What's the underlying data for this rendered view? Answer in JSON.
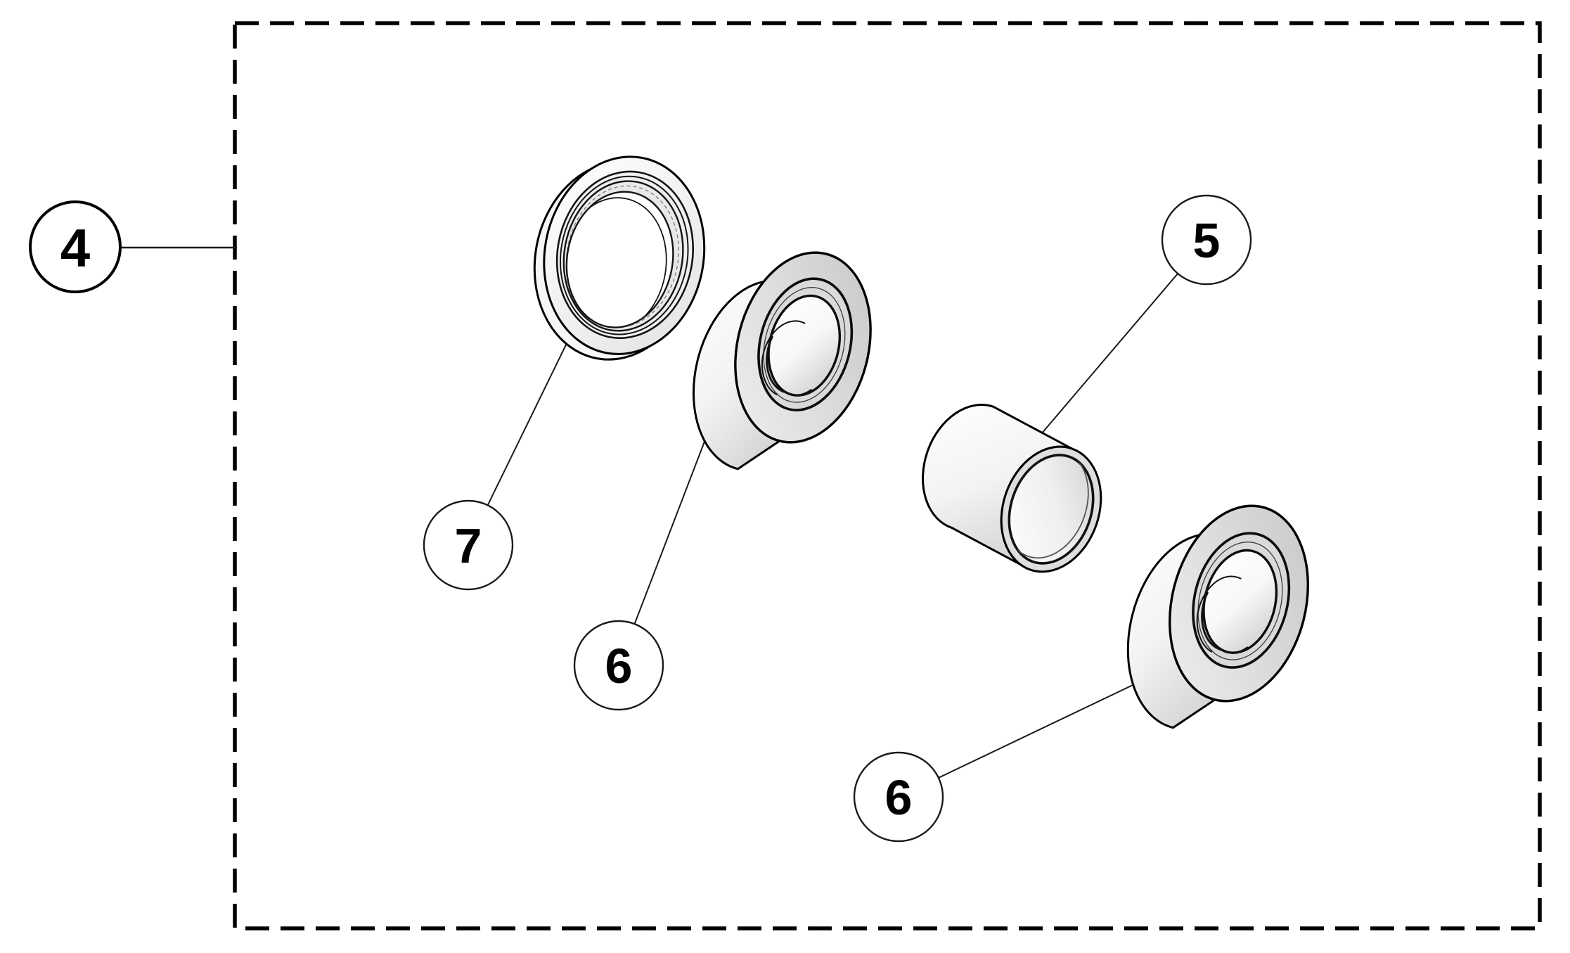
{
  "diagram": {
    "kind": "exploded-parts-diagram",
    "background_color": "#ffffff",
    "line_color": "#000000",
    "boundary_box_style": "dashed",
    "assembly_callout": {
      "label": "4",
      "part": "hub-bearing-kit-assembly"
    },
    "part_callouts": [
      {
        "label": "7",
        "part": "oil-seal"
      },
      {
        "label": "6",
        "part": "ball-bearing-upper"
      },
      {
        "label": "5",
        "part": "spacer-sleeve"
      },
      {
        "label": "6",
        "part": "ball-bearing-lower"
      }
    ]
  }
}
